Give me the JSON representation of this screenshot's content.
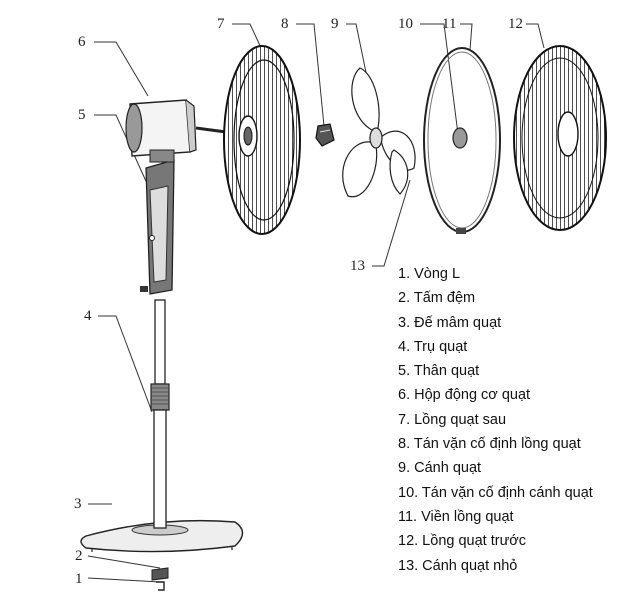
{
  "callouts": [
    "1",
    "2",
    "3",
    "4",
    "5",
    "6",
    "7",
    "8",
    "9",
    "10",
    "11",
    "12",
    "13"
  ],
  "legend": [
    "1. Vòng L",
    "2. Tấm đệm",
    "3. Đế mâm quạt",
    "4. Trụ quạt",
    "5. Thân quạt",
    "6. Hộp động cơ quạt",
    "7. Lồng quạt sau",
    "8. Tán vặn cố định lồng quạt",
    "9. Cánh quạt",
    "10. Tán vặn cố định cánh quạt",
    "11. Viền lồng quạt",
    "12. Lồng quạt trước",
    "13. Cánh quạt nhỏ"
  ]
}
